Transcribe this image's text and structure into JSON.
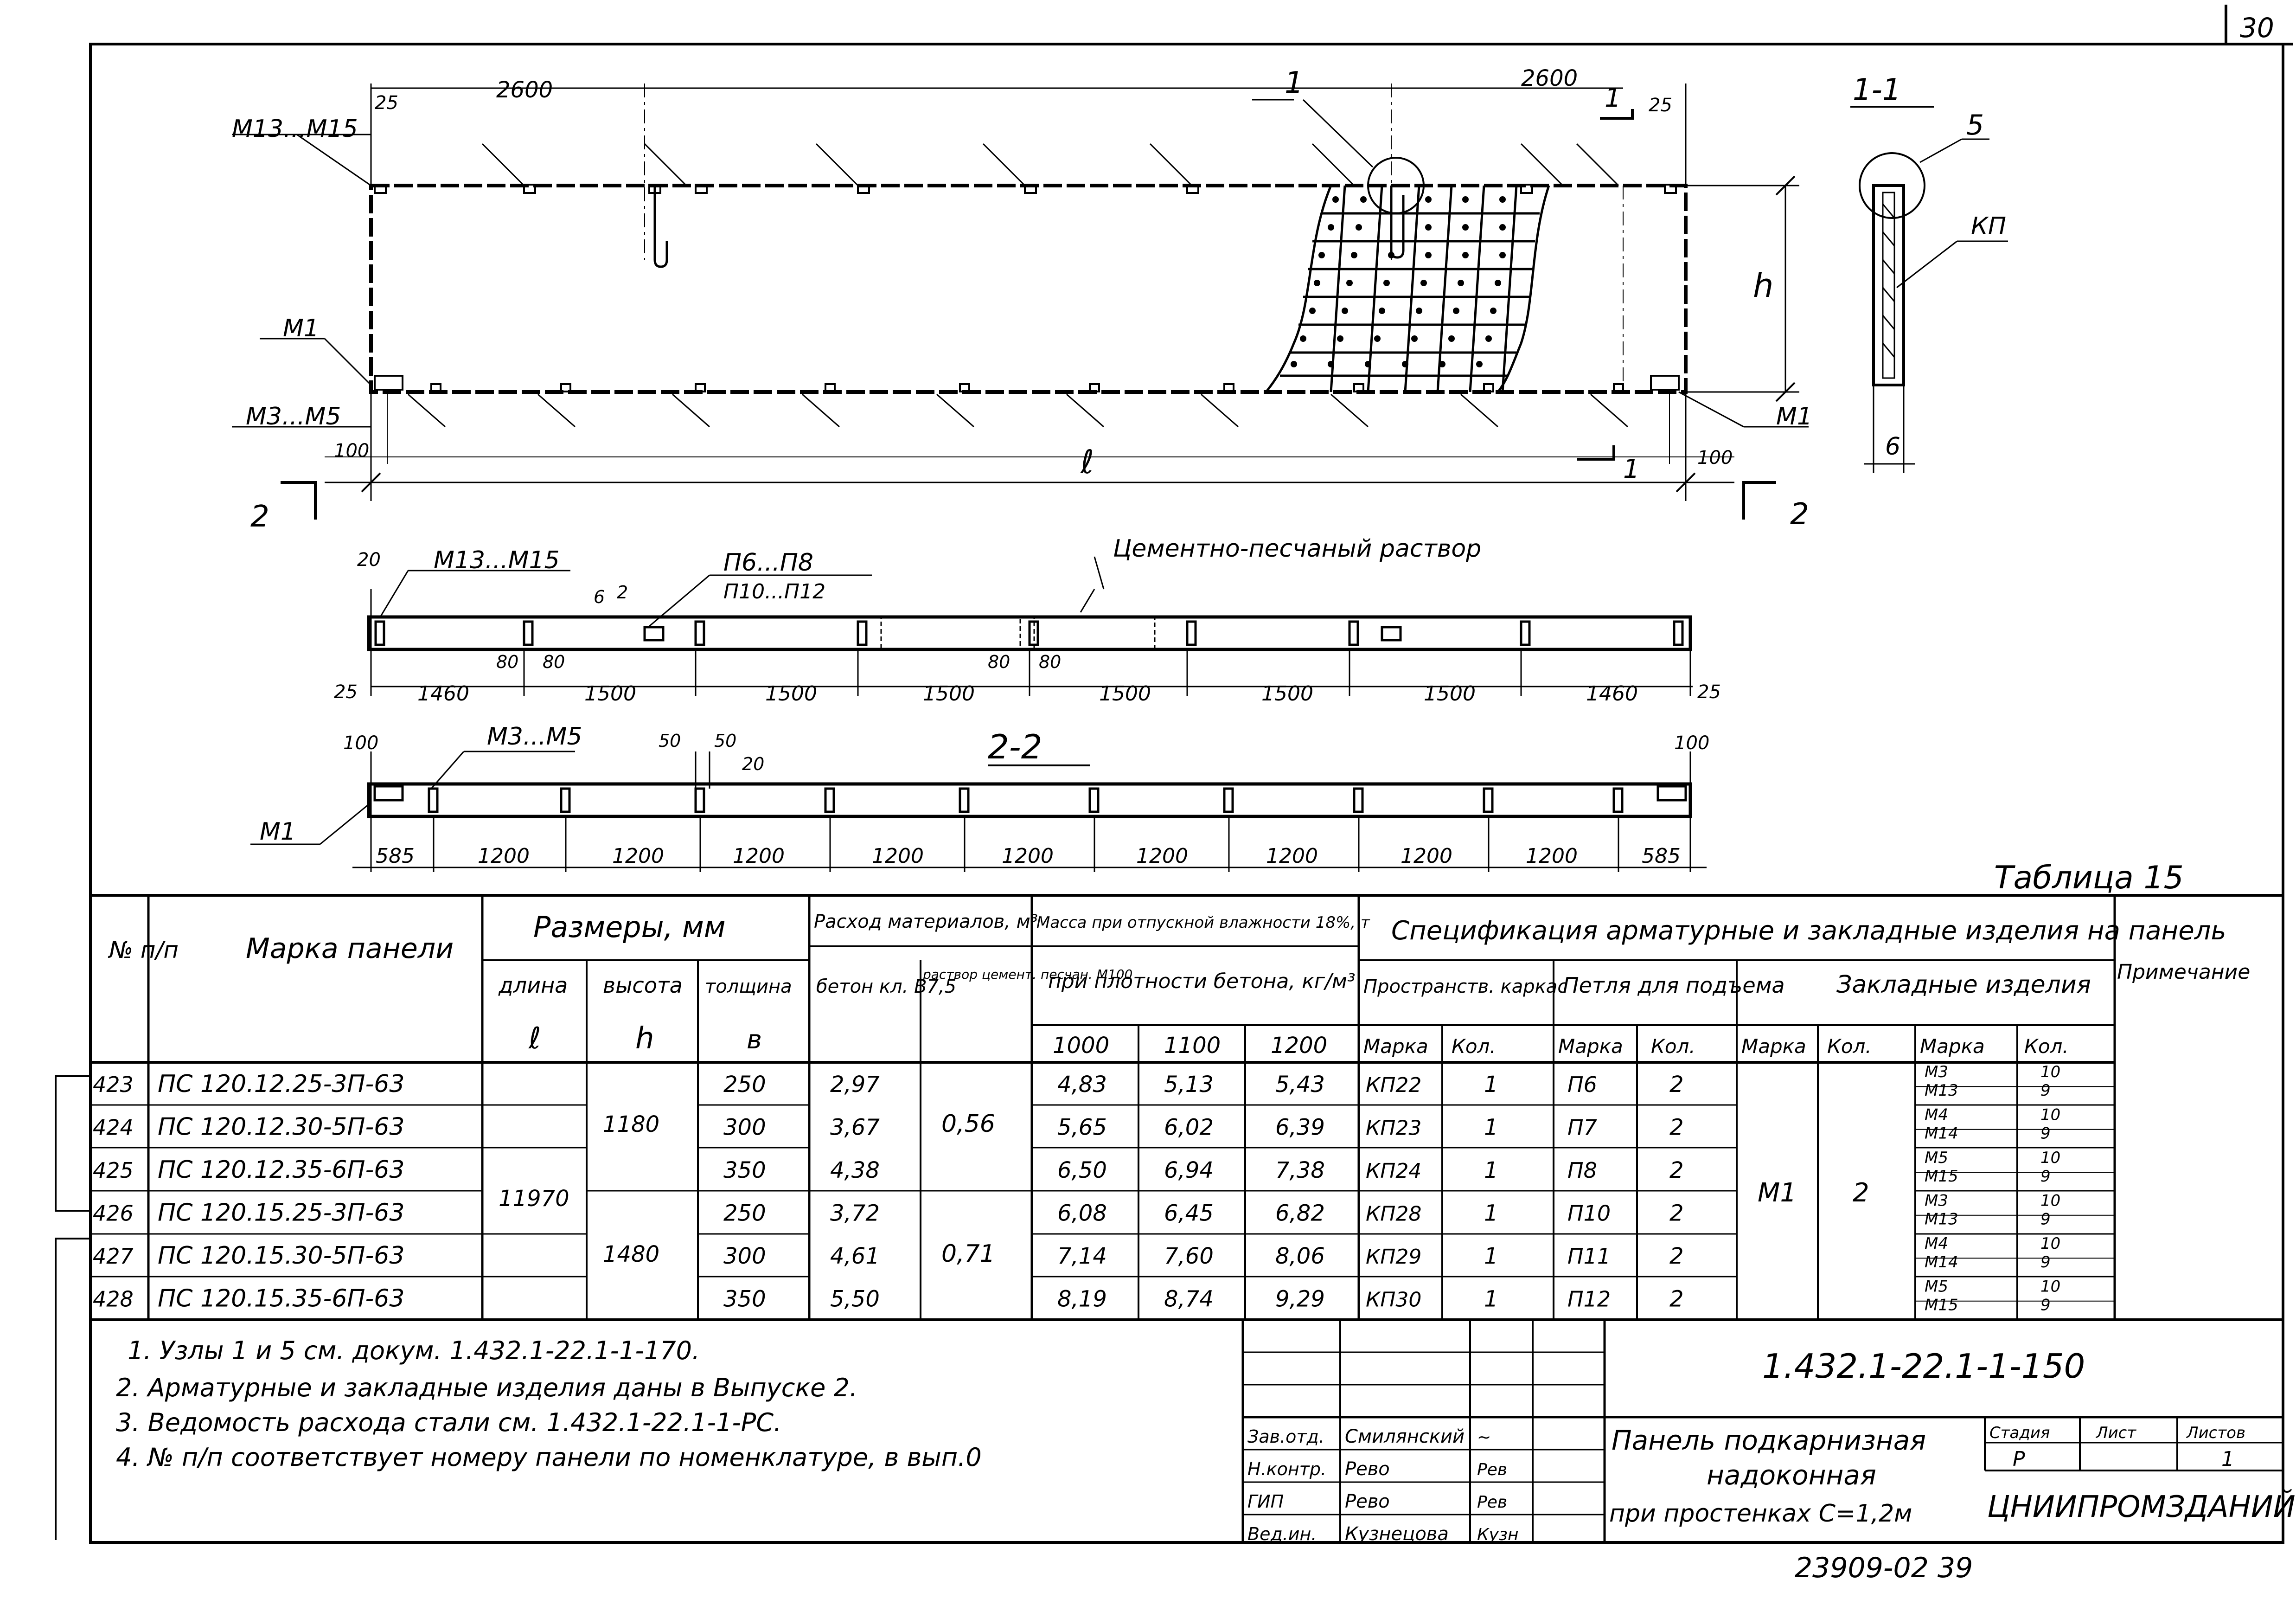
{
  "sheet": {
    "page_number": "30",
    "bottom_code": "23909-02 39",
    "table_caption": "Таблица 15"
  },
  "drawing": {
    "top_view": {
      "dim_left": "2600",
      "dim_right": "2600",
      "dim_25_left": "25",
      "dim_25_right": "25",
      "dim_100_left": "100",
      "dim_100_right": "100",
      "length_symbol": "ℓ",
      "height_symbol": "h",
      "label_m13_m15": "М13...М15",
      "label_m1_left": "М1",
      "label_m3_m5": "М3...М5",
      "label_m1_right": "М1",
      "callout_1": "1",
      "cut_1": "1",
      "cut_2_left": "2",
      "cut_2_right": "2"
    },
    "section_1_1": {
      "title": "1-1",
      "callout_5": "5",
      "label_kp": "КП",
      "dim_b": "6"
    },
    "section_mid": {
      "label_m13_m15": "М13...М15",
      "label_p6_p8": "П6...П8",
      "label_p10_p12": "П10...П12",
      "label_mortar": "Цементно-песчаный раствор",
      "dim_20": "20",
      "dim_80": "80",
      "dim_25": "25",
      "dim_6": "6",
      "dim_2": "2",
      "spacing": [
        "1460",
        "1500",
        "1500",
        "1500",
        "1500",
        "1500",
        "1500",
        "1460"
      ]
    },
    "section_2_2": {
      "title": "2-2",
      "label_m3_m5": "М3...М5",
      "label_m1": "М1",
      "dim_100": "100",
      "dim_50": "50",
      "dim_20": "20",
      "spacing": [
        "585",
        "1200",
        "1200",
        "1200",
        "1200",
        "1200",
        "1200",
        "1200",
        "1200",
        "1200",
        "585"
      ]
    }
  },
  "table": {
    "headers": {
      "num": "№ п/п",
      "mark": "Марка панели",
      "sizes": "Размеры, мм",
      "length": "длина",
      "length_sym": "ℓ",
      "height": "высота",
      "height_sym": "h",
      "thickness": "толщина",
      "thickness_sym": "в",
      "consumption": "Расход материалов, м³",
      "concrete": "бетон кл. В7,5",
      "mortar": "раствор цемент. песчан. М100",
      "mass": "Масса при отпускной влажности 18%, т",
      "density": "при плотности бетона, кг/м³",
      "d1000": "1000",
      "d1100": "1100",
      "d1200": "1200",
      "spec": "Спецификация арматурные и закладные изделия на панель",
      "frame": "Пространств. каркас",
      "loop": "Петля для подъема",
      "embedded": "Закладные изделия",
      "mark_col": "Марка",
      "qty_col": "Кол.",
      "note": "Примечание"
    },
    "rows": [
      {
        "num": "423",
        "mark": "ПС 120.12.25-3П-63",
        "t": "250",
        "concrete": "2,97",
        "m1000": "4,83",
        "m1100": "5,13",
        "m1200": "5,43",
        "frame": "КП22",
        "frame_q": "1",
        "loop": "П6",
        "loop_q": "2",
        "e2a": "М3",
        "e2b": "М13",
        "q2a": "10",
        "q2b": "9"
      },
      {
        "num": "424",
        "mark": "ПС 120.12.30-5П-63",
        "t": "300",
        "concrete": "3,67",
        "m1000": "5,65",
        "m1100": "6,02",
        "m1200": "6,39",
        "frame": "КП23",
        "frame_q": "1",
        "loop": "П7",
        "loop_q": "2",
        "e2a": "М4",
        "e2b": "М14",
        "q2a": "10",
        "q2b": "9"
      },
      {
        "num": "425",
        "mark": "ПС 120.12.35-6П-63",
        "t": "350",
        "concrete": "4,38",
        "m1000": "6,50",
        "m1100": "6,94",
        "m1200": "7,38",
        "frame": "КП24",
        "frame_q": "1",
        "loop": "П8",
        "loop_q": "2",
        "e2a": "М5",
        "e2b": "М15",
        "q2a": "10",
        "q2b": "9"
      },
      {
        "num": "426",
        "mark": "ПС 120.15.25-3П-63",
        "t": "250",
        "concrete": "3,72",
        "m1000": "6,08",
        "m1100": "6,45",
        "m1200": "6,82",
        "frame": "КП28",
        "frame_q": "1",
        "loop": "П10",
        "loop_q": "2",
        "e2a": "М3",
        "e2b": "М13",
        "q2a": "10",
        "q2b": "9"
      },
      {
        "num": "427",
        "mark": "ПС 120.15.30-5П-63",
        "t": "300",
        "concrete": "4,61",
        "m1000": "7,14",
        "m1100": "7,60",
        "m1200": "8,06",
        "frame": "КП29",
        "frame_q": "1",
        "loop": "П11",
        "loop_q": "2",
        "e2a": "М4",
        "e2b": "М14",
        "q2a": "10",
        "q2b": "9"
      },
      {
        "num": "428",
        "mark": "ПС 120.15.35-6П-63",
        "t": "350",
        "concrete": "5,50",
        "m1000": "8,19",
        "m1100": "8,74",
        "m1200": "9,29",
        "frame": "КП30",
        "frame_q": "1",
        "loop": "П12",
        "loop_q": "2",
        "e2a": "М5",
        "e2b": "М15",
        "q2a": "10",
        "q2b": "9"
      }
    ],
    "merged": {
      "length": "11970",
      "height_a": "1180",
      "height_b": "1480",
      "mortar_a": "0,56",
      "mortar_b": "0,71",
      "emb1_mark": "М1",
      "emb1_qty": "2"
    }
  },
  "notes": [
    "1. Узлы 1 и 5 см. докум. 1.432.1-22.1-1-170.",
    "2. Арматурные и закладные изделия даны в Выпуске 2.",
    "3. Ведомость расхода стали см. 1.432.1-22.1-1-РС.",
    "4. № п/п соответствует номеру панели по номенклатуре, в вып.0"
  ],
  "stamp": {
    "doc_code": "1.432.1-22.1-1-150",
    "title_lines": [
      "Панель подкарнизная",
      "надоконная",
      "при простенках С=1,2м"
    ],
    "stage_h": "Стадия",
    "sheet_h": "Лист",
    "sheets_h": "Листов",
    "stage": "Р",
    "sheets": "1",
    "org": "ЦНИИПРОМЗДАНИЙ",
    "roles": [
      {
        "role": "Зав.отд.",
        "name": "Смилянский",
        "sign": "~"
      },
      {
        "role": "Н.контр.",
        "name": "Рево",
        "sign": "Рев"
      },
      {
        "role": "ГИП",
        "name": "Рево",
        "sign": "Рев"
      },
      {
        "role": "Вед.ин.",
        "name": "Кузнецова",
        "sign": "Кузн"
      }
    ]
  }
}
